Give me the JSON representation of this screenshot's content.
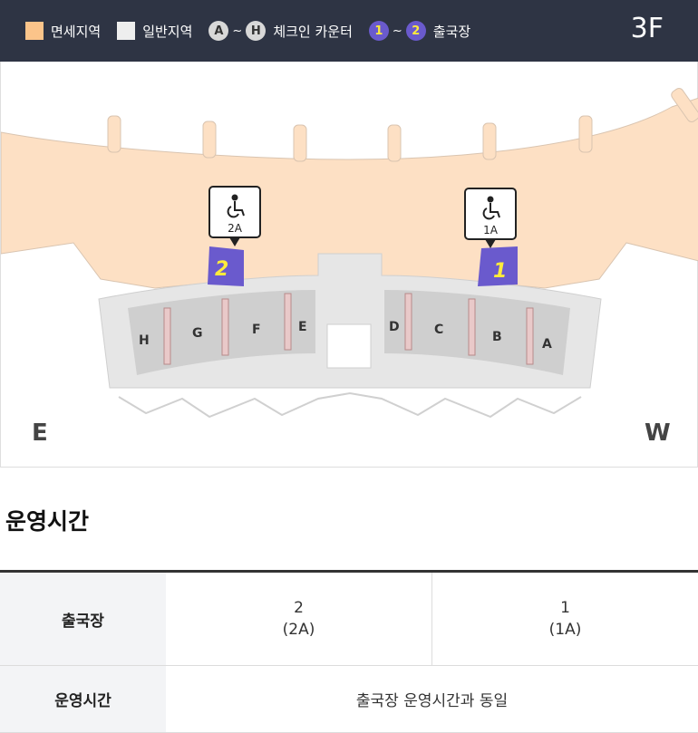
{
  "legend": {
    "duty_free_label": "면세지역",
    "general_label": "일반지역",
    "checkin_start": "A",
    "checkin_end": "H",
    "checkin_label": "체크인 카운터",
    "departure_start": "1",
    "departure_end": "2",
    "departure_label": "출국장",
    "tilde": "~",
    "floor": "3F"
  },
  "colors": {
    "header_bg": "#2e3444",
    "duty_free": "#fde0c4",
    "general": "#e6e6e6",
    "counter_zone": "#cfcfcf",
    "gate": "#6a5acd",
    "gate_text": "#ffeb3b"
  },
  "map": {
    "directions": {
      "east": "E",
      "west": "W"
    },
    "counters": [
      "H",
      "G",
      "F",
      "E",
      "D",
      "C",
      "B",
      "A"
    ],
    "departures": [
      {
        "number": "2",
        "pin": "2A",
        "icon": "wheelchair-icon"
      },
      {
        "number": "1",
        "pin": "1A",
        "icon": "wheelchair-icon"
      }
    ]
  },
  "section": {
    "title": "운영시간"
  },
  "table": {
    "row1_head": "출국장",
    "col1_line1": "2",
    "col1_line2": "(2A)",
    "col2_line1": "1",
    "col2_line2": "(1A)",
    "row2_head": "운영시간",
    "row2_value": "출국장 운영시간과 동일"
  }
}
